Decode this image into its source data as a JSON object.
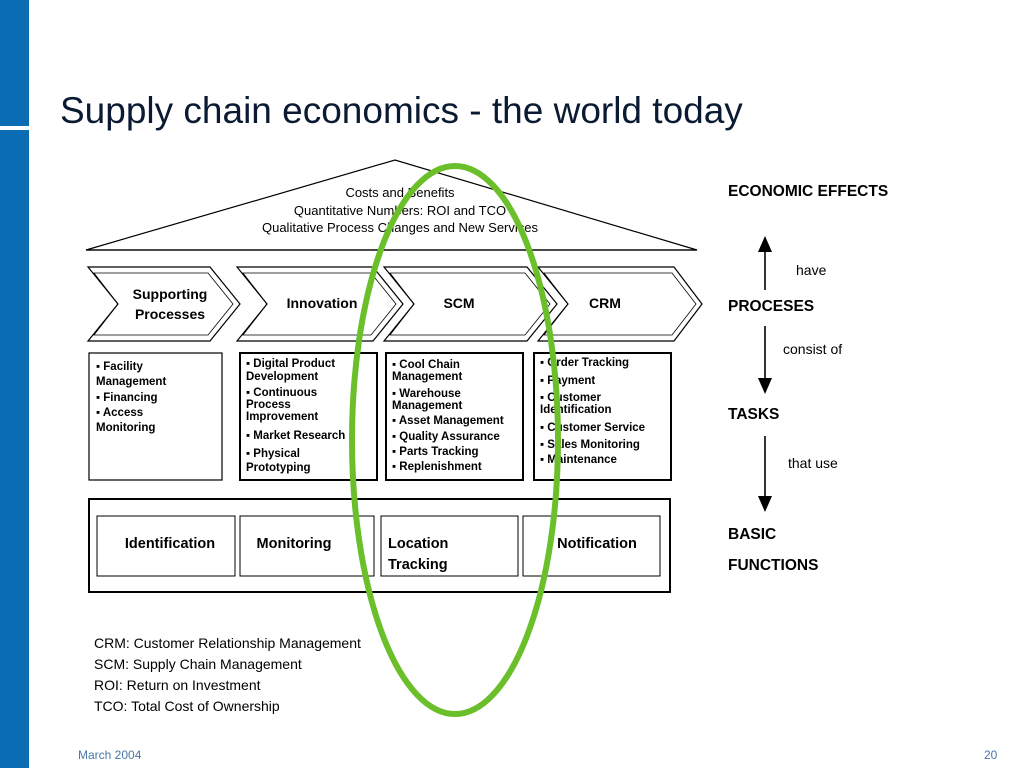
{
  "slide": {
    "title": "Supply chain economics - the world today",
    "footer_date": "March 2004",
    "page_number": "20"
  },
  "roof": {
    "lines": [
      "Costs and Benefits",
      "Quantitative Numbers: ROI and TCO",
      "Qualitative Process Changes and New Services"
    ]
  },
  "processes": [
    {
      "lines": [
        "Supporting",
        "Processes"
      ]
    },
    {
      "lines": [
        "Innovation"
      ]
    },
    {
      "lines": [
        "SCM"
      ]
    },
    {
      "lines": [
        "CRM"
      ]
    }
  ],
  "task_boxes": [
    {
      "lines": [
        "▪ Facility",
        "Management",
        "▪ Financing",
        "▪ Access",
        "Monitoring"
      ]
    },
    {
      "lines": [
        "▪ Digital Product",
        "Development",
        "▪ Continuous",
        "Process",
        "Improvement",
        "▪ Market Research",
        "▪ Physical",
        "Prototyping"
      ]
    },
    {
      "lines": [
        "▪ Cool Chain",
        "Management",
        "▪ Warehouse",
        "Management",
        "▪ Asset Management",
        "▪ Quality Assurance",
        "▪ Parts Tracking",
        "▪ Replenishment"
      ]
    },
    {
      "lines": [
        "▪ Order Tracking",
        "▪ Payment",
        "▪ Customer",
        "Identification",
        "▪ Customer Service",
        "▪ Sales Monitoring",
        "▪ Maintenance"
      ]
    }
  ],
  "basic_functions": [
    {
      "lines": [
        "Identification"
      ]
    },
    {
      "lines": [
        "Monitoring"
      ]
    },
    {
      "lines": [
        "Location",
        "Tracking"
      ]
    },
    {
      "lines": [
        "Notification"
      ]
    }
  ],
  "hierarchy": {
    "economic_effects": "ECONOMIC EFFECTS",
    "have": "have",
    "processes": "PROCESES",
    "consist_of": "consist of",
    "tasks": "TASKS",
    "that_use": "that use",
    "basic": "BASIC",
    "functions": "FUNCTIONS"
  },
  "legend": [
    "CRM: Customer Relationship Management",
    "SCM: Supply Chain Management",
    "ROI:  Return on Investment",
    "TCO: Total Cost of Ownership"
  ],
  "colors": {
    "accent_bar": "#0a6cb3",
    "highlight_ellipse": "#6abf2a"
  }
}
